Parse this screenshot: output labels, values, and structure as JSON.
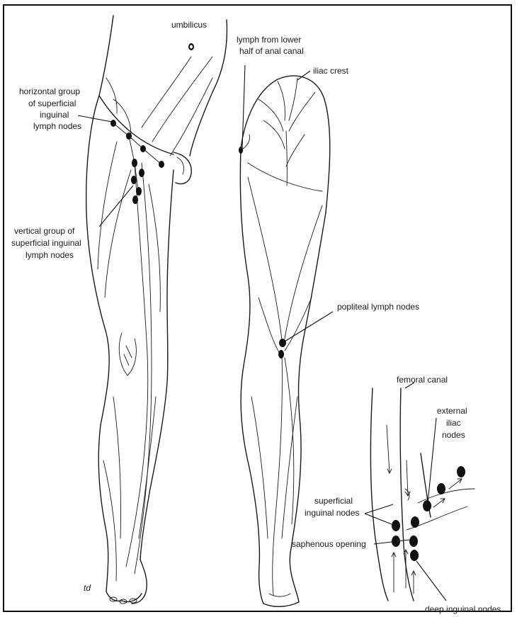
{
  "labels": {
    "umbilicus": "umbilicus",
    "lymph_anal_1": "lymph from lower",
    "lymph_anal_2": "half of anal canal",
    "iliac_crest": "iliac crest",
    "horizontal_1": "horizontal group",
    "horizontal_2": "of superficial",
    "horizontal_3": "inguinal",
    "horizontal_4": "lymph nodes",
    "vertical_1": "vertical group of",
    "vertical_2": "superficial inguinal",
    "vertical_3": "lymph nodes",
    "popliteal": "popliteal lymph nodes",
    "femoral_canal": "femoral canal",
    "external_iliac_1": "external",
    "external_iliac_2": "iliac",
    "external_iliac_3": "nodes",
    "superficial_inguinal_1": "superficial",
    "superficial_inguinal_2": "inguinal nodes",
    "saphenous_opening": "saphenous opening",
    "deep_inguinal": "deep inguinal nodes",
    "signature": "td"
  },
  "colors": {
    "ink": "#1a1a1a",
    "paper": "#ffffff"
  }
}
